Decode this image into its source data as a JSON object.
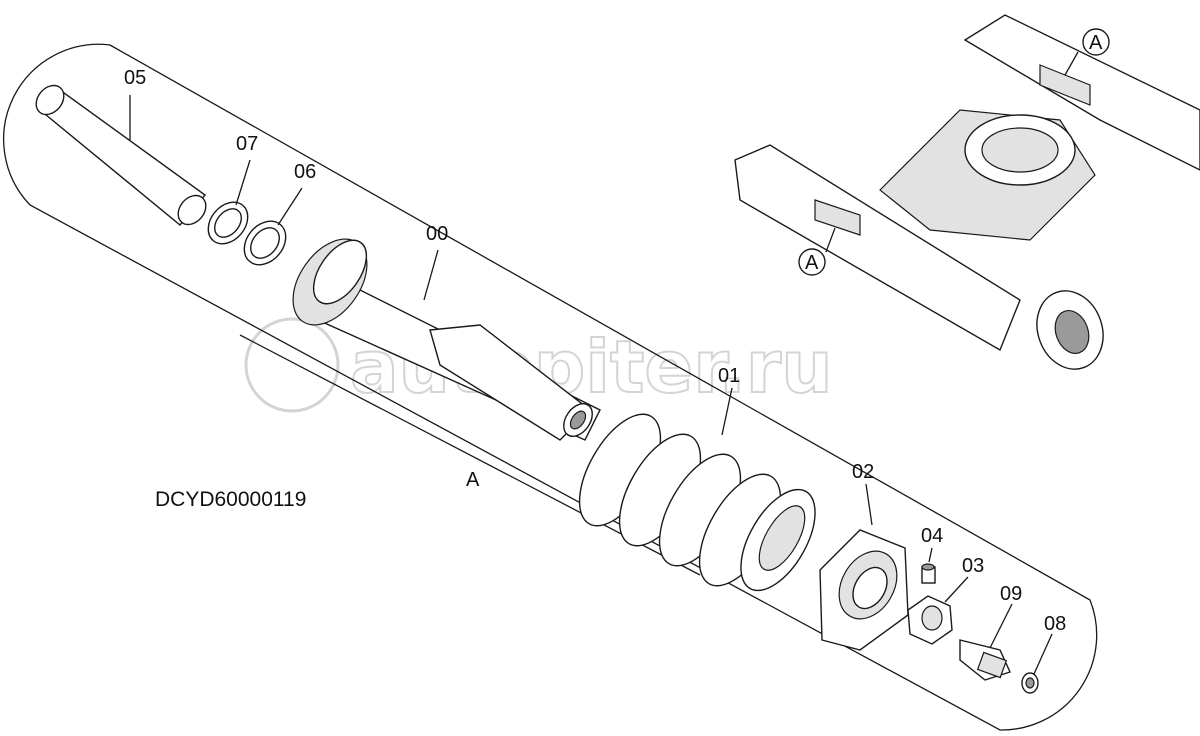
{
  "diagram": {
    "drawing_code": "DCYD60000119",
    "watermark": "autopiter.ru",
    "section_marker": "A",
    "callout_marker": "A",
    "parts": [
      {
        "id": "05"
      },
      {
        "id": "07"
      },
      {
        "id": "06"
      },
      {
        "id": "00"
      },
      {
        "id": "01"
      },
      {
        "id": "02"
      },
      {
        "id": "04"
      },
      {
        "id": "03"
      },
      {
        "id": "09"
      },
      {
        "id": "08"
      }
    ]
  }
}
